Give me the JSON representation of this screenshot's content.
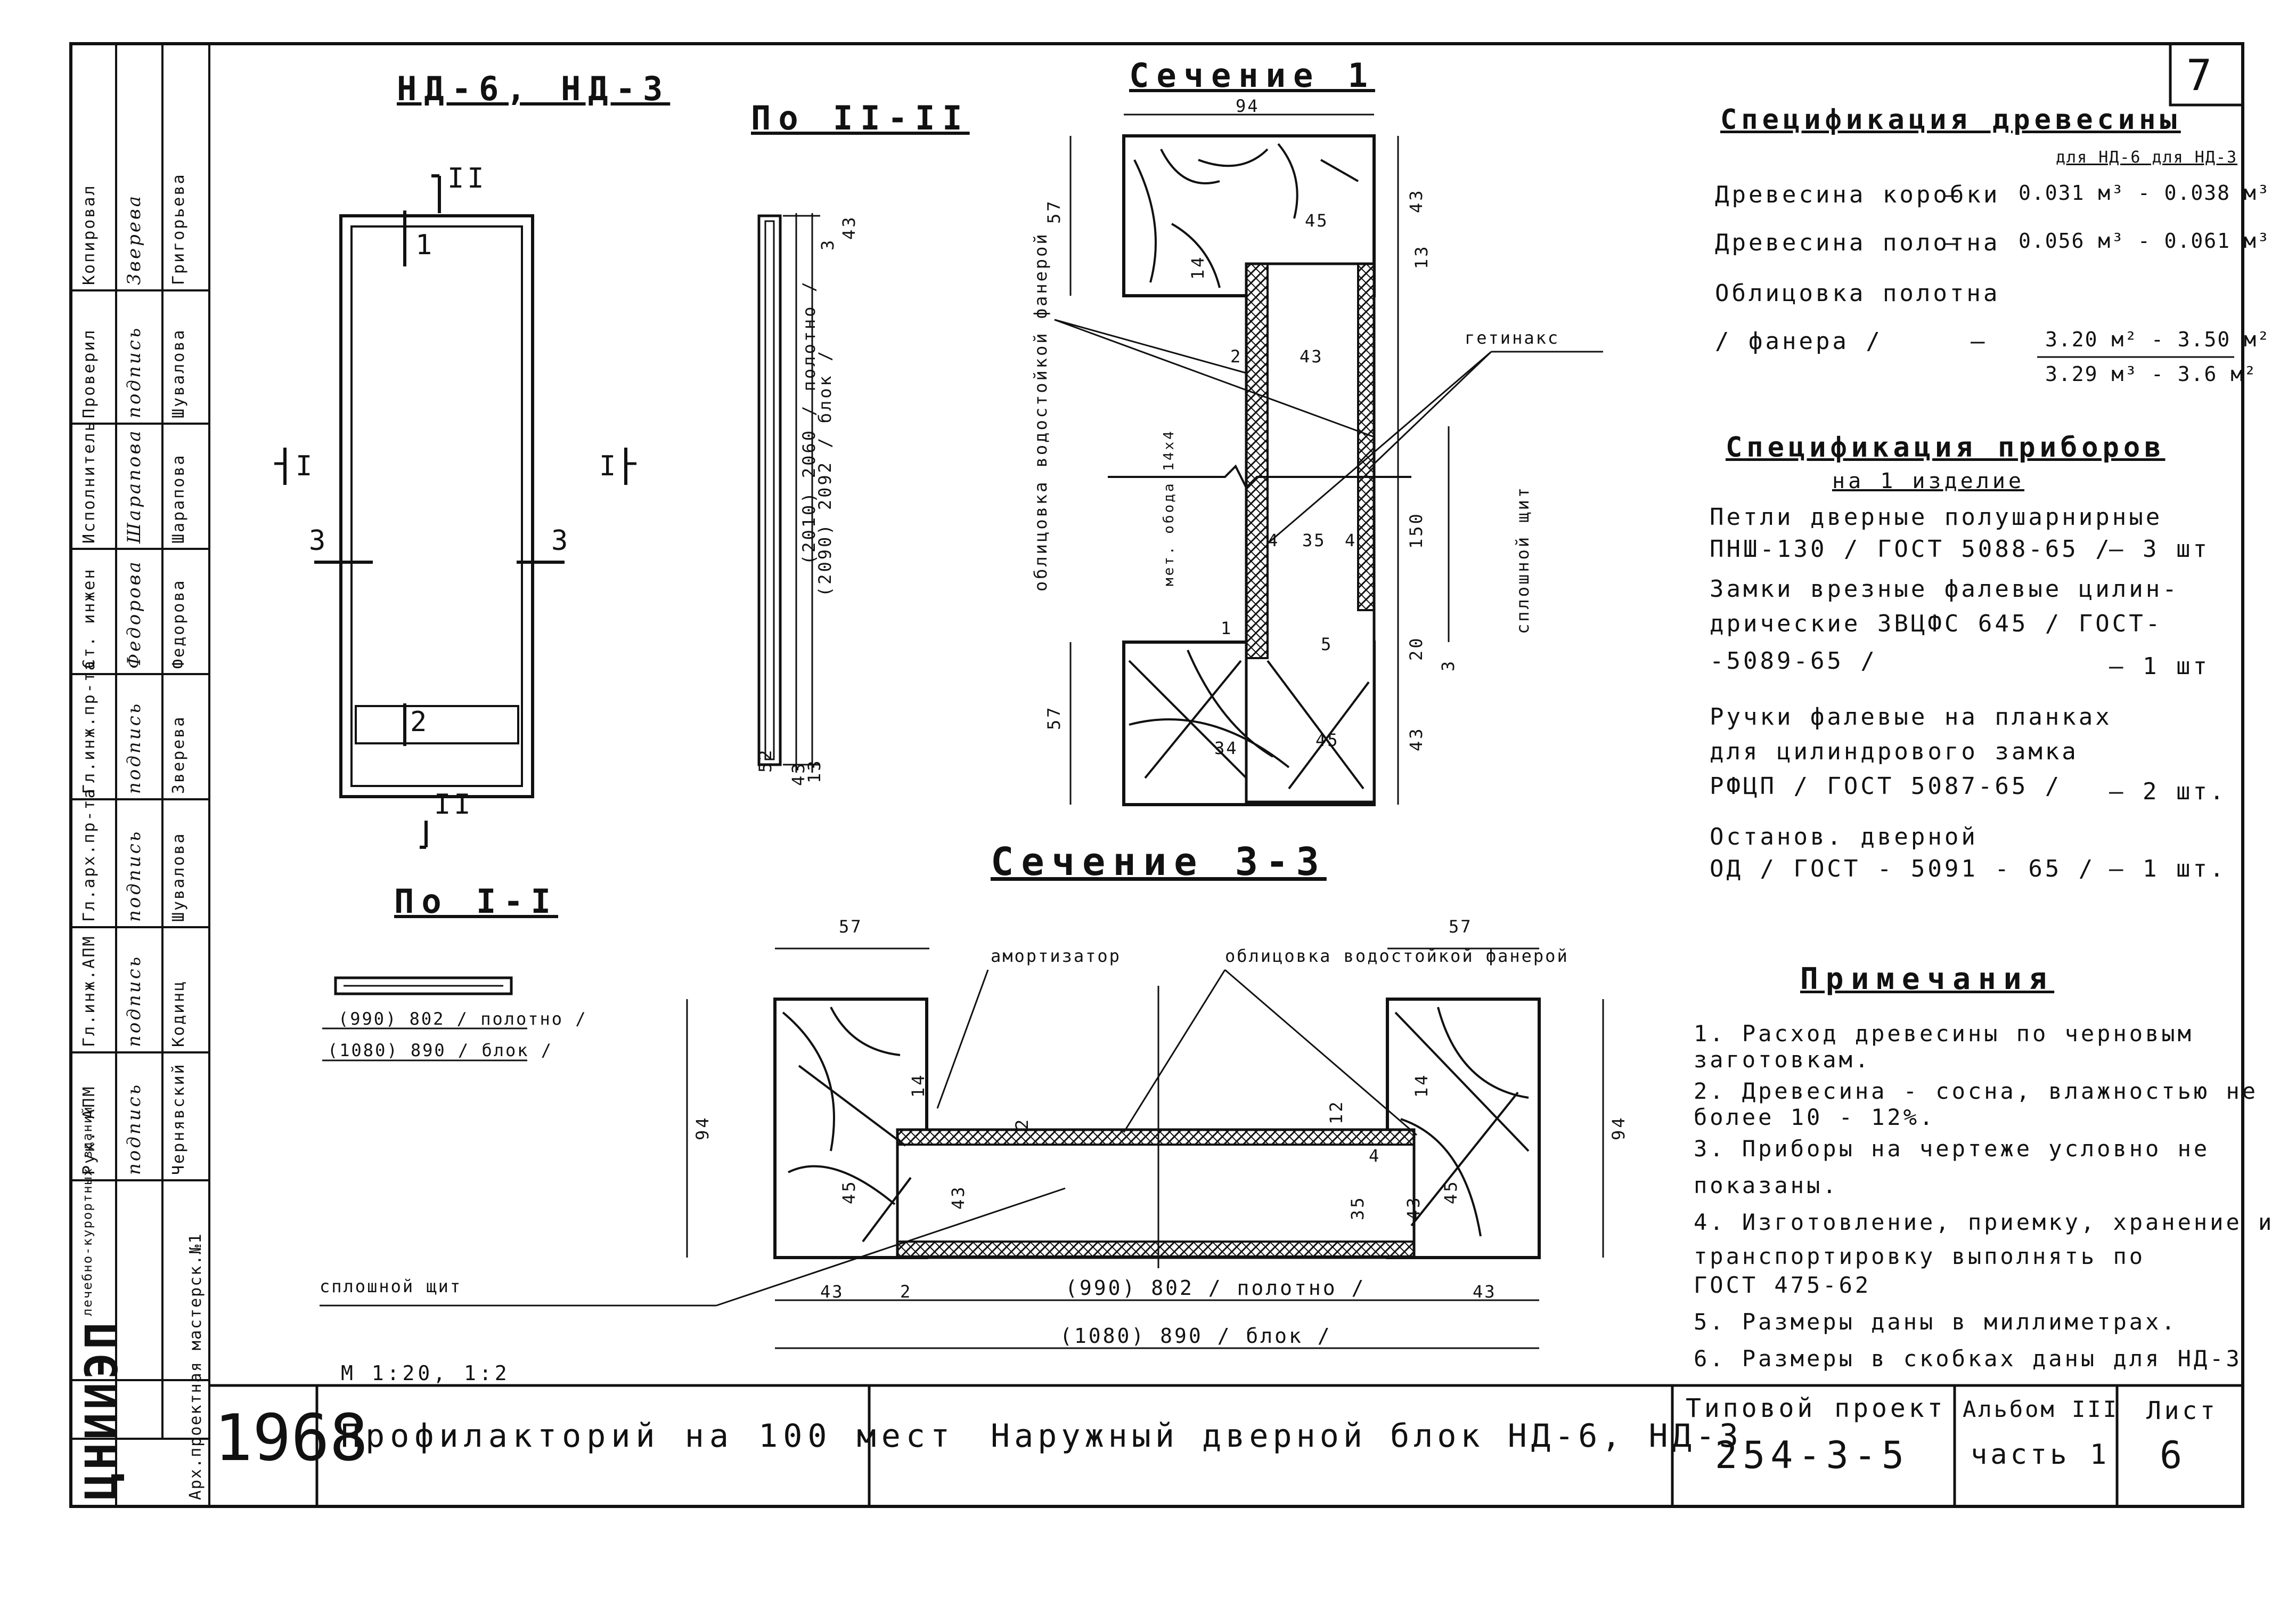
{
  "sheet_number": "7",
  "views": {
    "door_elevation_title": "НД-6, НД-3",
    "view_2_title": "По II-II",
    "view_1_title": "По I-I",
    "section_1_title": "Сечение 1",
    "section_3_title": "Сечение 3-3",
    "scale": "М 1:20, 1:2"
  },
  "marks": {
    "II": "II",
    "I": "I",
    "three": "3",
    "one": "1",
    "two": "2"
  },
  "view2_dims": {
    "leaf": "(2010) 2060 / полотно /",
    "block": "(2090) 2092 / блок /",
    "d43": "43",
    "d3": "3",
    "d52": "52",
    "d43b": "43",
    "d13": "13"
  },
  "view1_dims": {
    "leaf": "(990) 802 / полотно /",
    "block": "(1080) 890 / блок /"
  },
  "section1": {
    "d94": "94",
    "d57a": "57",
    "d43a": "43",
    "d45": "45",
    "d13a": "13",
    "d14": "14",
    "d43b": "43",
    "d2": "2",
    "d4a": "4",
    "d35": "35",
    "d4b": "4",
    "d150": "150",
    "d5": "5",
    "d20": "20",
    "d3": "3",
    "d57b": "57",
    "d43c": "43",
    "d34": "34",
    "d45b": "45",
    "d1": "1",
    "label_getinaks": "гетинакс",
    "label_plywood": "облицовка водостойкой фанерой",
    "label_rim": "мет. обода 14x4",
    "label_panel": "сплошной щит"
  },
  "section3": {
    "d57a": "57",
    "d57b": "57",
    "d94a": "94",
    "d94b": "94",
    "d45a": "45",
    "d45b": "45",
    "d43a": "43",
    "d43b": "43",
    "d35": "35",
    "d14a": "14",
    "d14b": "14",
    "d2a": "2",
    "d2b": "2",
    "d12": "12",
    "d4": "4",
    "d43c": "43",
    "d2c": "2",
    "d43d": "43",
    "leaf": "(990) 802 / полотно /",
    "block": "(1080) 890 / блок /",
    "label_shock": "амортизатор",
    "label_plywood": "облицовка водостойкой фанерой",
    "label_panel": "сплошной щит"
  },
  "wood_spec": {
    "title": "Спецификация древесины",
    "subtitle": "для НД-6 для НД-3",
    "rows": [
      {
        "name": "Древесина коробки",
        "dash": "—",
        "value": "0.031 м³ - 0.038 м³"
      },
      {
        "name": "Древесина полотна",
        "dash": "—",
        "value": "0.056 м³ - 0.061 м³"
      },
      {
        "name": "Облицовка полотна",
        "dash": "",
        "value": ""
      },
      {
        "name": "/ фанера /",
        "dash": "—",
        "value": "3.20 м² - 3.50 м²"
      }
    ],
    "extra": "3.29 м³ - 3.6 м²"
  },
  "hardware_spec": {
    "title": "Спецификация приборов",
    "subtitle": "на 1 изделие",
    "rows": [
      {
        "l1": "Петли дверные полушарнирные",
        "l2": "ПНШ-130 / ГОСТ 5088-65 /",
        "qty": "— 3 шт"
      },
      {
        "l1": "Замки врезные фалевые цилин-",
        "l2": "дрические ЗВЦФС 645 / ГОСТ-",
        "l3": "-5089-65 /",
        "qty": "— 1 шт"
      },
      {
        "l1": "Ручки фалевые на планках",
        "l2": "для цилиндрового замка",
        "l3": "РФЦП / ГОСТ 5087-65 /",
        "qty": "— 2 шт."
      },
      {
        "l1": "Останов. дверной",
        "l2": "ОД / ГОСТ - 5091 - 65 /",
        "qty": "— 1 шт."
      }
    ]
  },
  "notes": {
    "title": "Примечания",
    "items": [
      "1. Расход древесины по черновым",
      "   заготовкам.",
      "2. Древесина - сосна, влажностью не",
      "   более 10 - 12%.",
      "3. Приборы на чертеже условно не",
      "   показаны.",
      "4. Изготовление, приемку, хранение и",
      "   транспортировку выполнять по",
      "   ГОСТ 475-62",
      "5. Размеры даны в миллиметрах.",
      "6. Размеры в скобках даны для НД-3"
    ]
  },
  "title_block": {
    "year": "1968",
    "project": "Профилакторий на 100 мест",
    "drawing": "Наружный дверной блок НД-6, НД-3",
    "type_label": "Типовой проект",
    "type_number": "254-3-5",
    "album_label": "Альбом III",
    "album_part": "часть 1",
    "sheet_label": "Лист",
    "sheet": "6"
  },
  "side_stamp": {
    "org": "ЦНИИЭП",
    "org_sub": "лечебно-курортных зданий",
    "workshop": "Арх.проектная мастерск.№1",
    "roles": [
      "Копировал",
      "Проверил",
      "Исполнитель",
      "Ст. инжен",
      "Гл.инж.пр-та",
      "Гл.арх.пр-та",
      "Гл.инж.АПМ",
      "Рук. АПМ"
    ],
    "names": [
      "Григорьева",
      "Шувалова",
      "Шарапова",
      "Федорова",
      "Зверева",
      "Шувалова",
      "Кодинц",
      "Чернявский"
    ],
    "signatures": [
      "Зверева",
      "подпись",
      "Шарапова",
      "Федорова",
      "подпись",
      "подпись",
      "подпись",
      "подпись"
    ]
  }
}
